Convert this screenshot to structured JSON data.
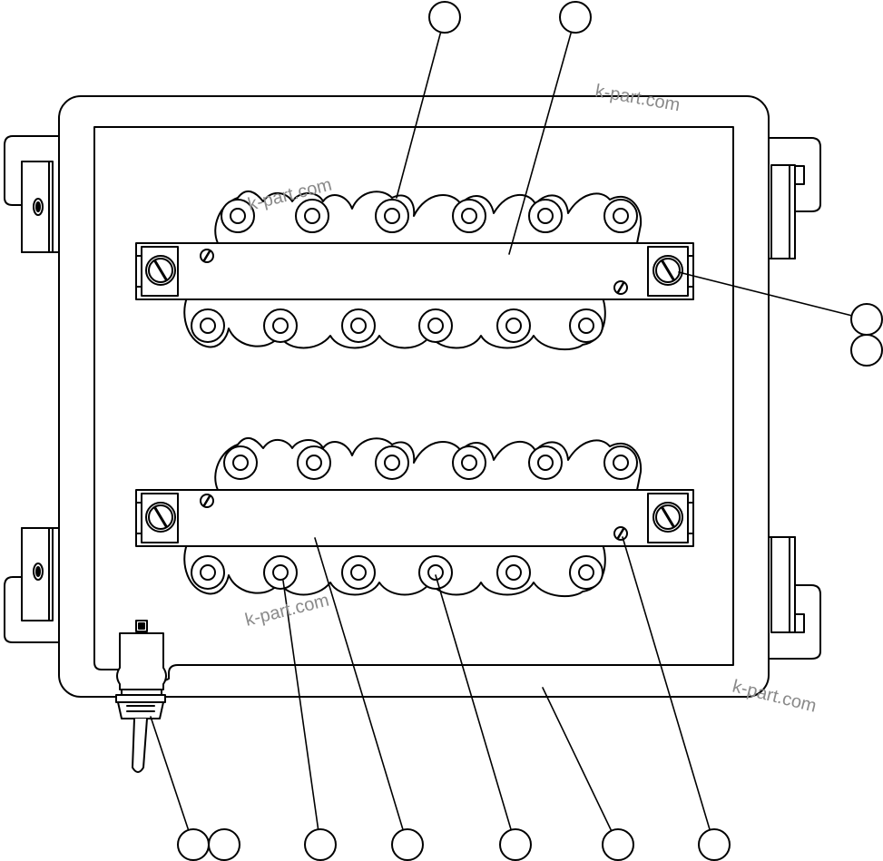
{
  "drawing": {
    "watermarks": [
      "k-part.com",
      "k-part.com",
      "k-part.com",
      "k-part.com"
    ],
    "callouts": [
      "",
      "",
      "",
      "",
      "",
      "",
      "",
      "",
      "",
      "",
      "",
      ""
    ]
  }
}
